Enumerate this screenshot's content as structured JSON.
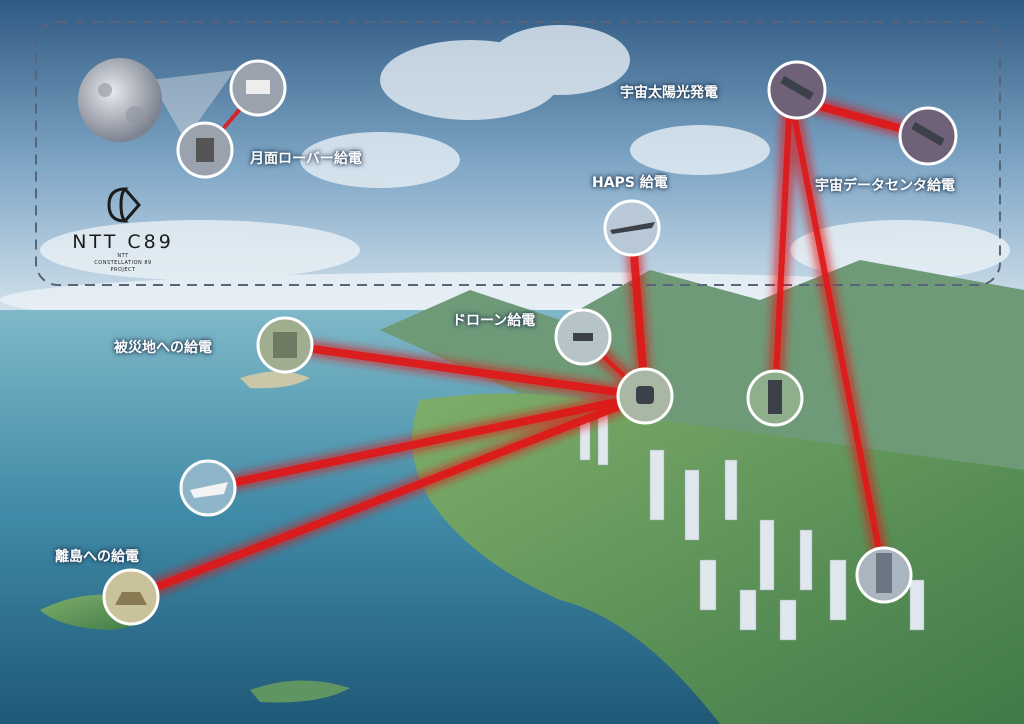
{
  "labels": {
    "moon_rover": "月面ローバー給電",
    "space_solar": "宇宙太陽光発電",
    "space_datacenter": "宇宙データセンタ給電",
    "haps": "HAPS 給電",
    "drone": "ドローン給電",
    "disaster": "被災地への給電",
    "island": "離島への給電"
  },
  "logo": {
    "name": "NTT C89",
    "sub1": "NTT",
    "sub2": "CONSTELLATION 89",
    "sub3": "PROJECT"
  },
  "colors": {
    "beam": "#e01818",
    "node_fill": "#6e6178",
    "node_ring": "#ffffff"
  }
}
